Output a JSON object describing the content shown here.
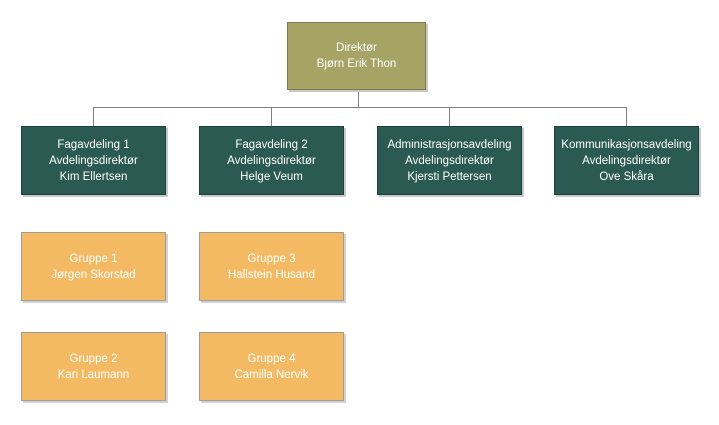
{
  "org": {
    "root": {
      "lines": [
        "Direktør",
        "Bjørn Erik Thon"
      ]
    },
    "departments": [
      {
        "lines": [
          "Fagavdeling 1",
          "Avdelingsdirektør",
          "Kim Ellertsen"
        ]
      },
      {
        "lines": [
          "Fagavdeling 2",
          "Avdelingsdirektør",
          "Helge Veum"
        ]
      },
      {
        "lines": [
          "Administrasjonsavdeling",
          "Avdelingsdirektør",
          "Kjersti Pettersen"
        ]
      },
      {
        "lines": [
          "Kommunikasjonsavdeling",
          "Avdelingsdirektør",
          "Ove Skåra"
        ]
      }
    ],
    "groups": [
      {
        "lines": [
          "Gruppe 1",
          "Jørgen Skorstad"
        ]
      },
      {
        "lines": [
          "Gruppe 3",
          "Hallstein Husand"
        ]
      },
      {
        "lines": [
          "Gruppe 2",
          "Kari Laumann"
        ]
      },
      {
        "lines": [
          "Gruppe 4",
          "Camilla Nervik"
        ]
      }
    ],
    "colors": {
      "root_fill": "#a6a465",
      "department_fill": "#2b5a52",
      "group_fill": "#f3ba63",
      "connector": "#808080",
      "text": "#ffffff",
      "background": "#ffffff"
    }
  }
}
